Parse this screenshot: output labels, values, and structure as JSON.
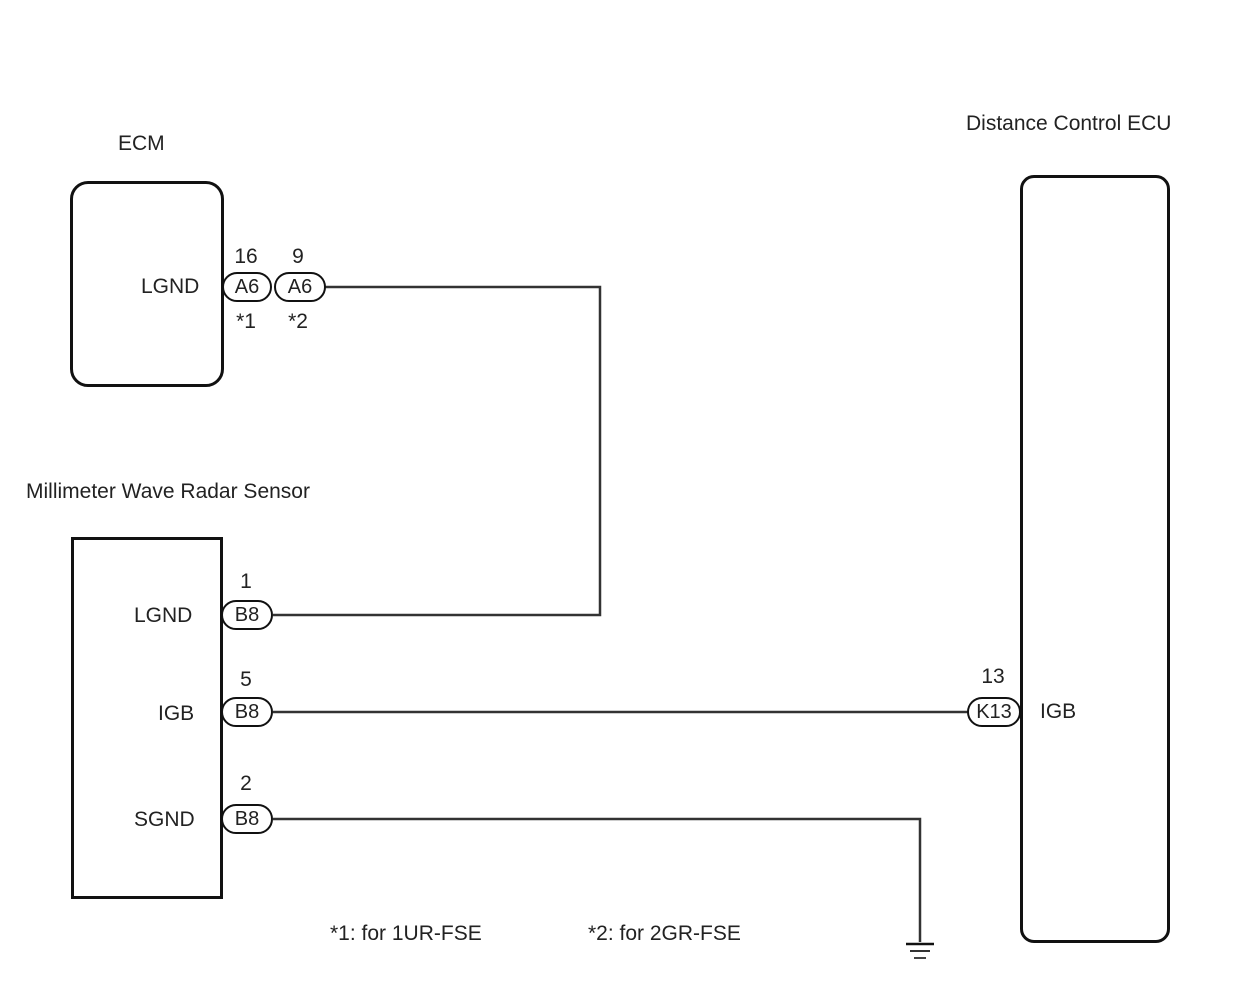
{
  "components": {
    "ecm": {
      "title": "ECM",
      "terminal": "LGND"
    },
    "radar": {
      "title": "Millimeter Wave Radar Sensor",
      "terminals": [
        "LGND",
        "IGB",
        "SGND"
      ]
    },
    "distance_ecu": {
      "title": "Distance Control ECU",
      "terminal": "IGB"
    }
  },
  "connectors": {
    "ecm_a": {
      "code": "A6",
      "pin": "16",
      "note": "*1"
    },
    "ecm_b": {
      "code": "A6",
      "pin": "9",
      "note": "*2"
    },
    "radar_lgnd": {
      "code": "B8",
      "pin": "1"
    },
    "radar_igb": {
      "code": "B8",
      "pin": "5"
    },
    "radar_sgnd": {
      "code": "B8",
      "pin": "2"
    },
    "ecu_igb": {
      "code": "K13",
      "pin": "13"
    }
  },
  "notes": {
    "note1": "*1: for 1UR-FSE",
    "note2": "*2: for 2GR-FSE"
  }
}
